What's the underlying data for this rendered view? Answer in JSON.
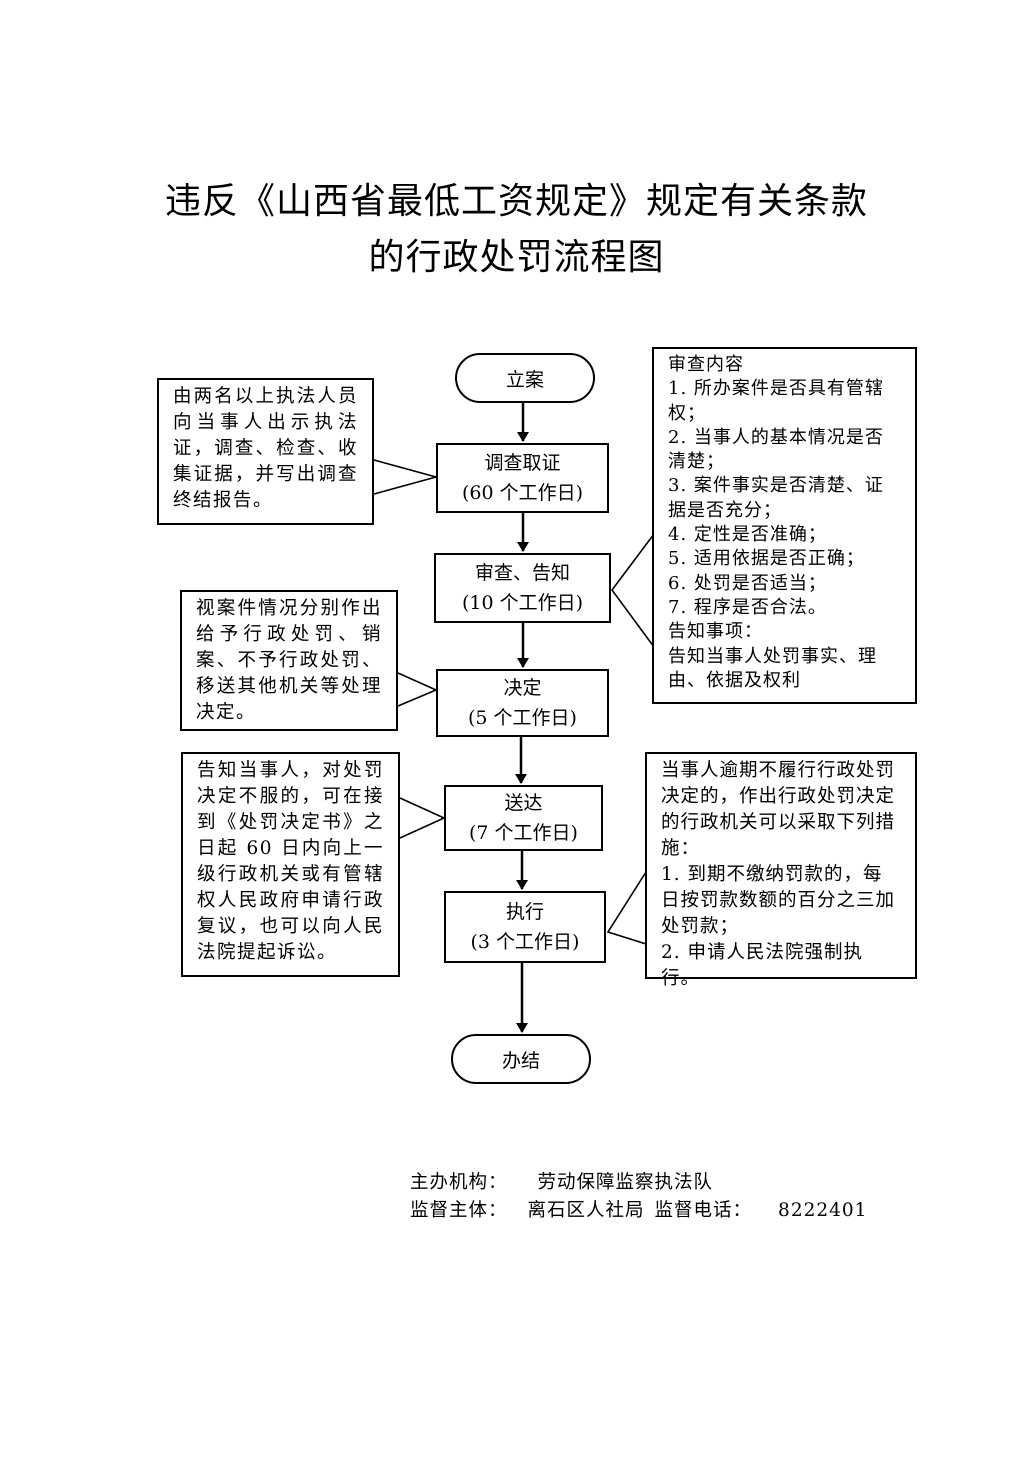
{
  "title": {
    "line1": "违反《山西省最低工资规定》规定有关条款",
    "line2": "的行政处罚流程图"
  },
  "flow": {
    "start": "立案",
    "steps": [
      {
        "name": "调查取证",
        "days": "(60 个工作日)"
      },
      {
        "name": "审查、告知",
        "days": "(10 个工作日)"
      },
      {
        "name": "决定",
        "days": "(5 个工作日)"
      },
      {
        "name": "送达",
        "days": "(7 个工作日)"
      },
      {
        "name": "执行",
        "days": "(3 个工作日)"
      }
    ],
    "end": "办结"
  },
  "notes": {
    "investigation": "由两名以上执法人员向当事人出示执法证，调查、检查、收集证据，并写出调查终结报告。",
    "decision": "视案件情况分别作出给予行政处罚、销案、不予行政处罚、移送其他机关等处理决定。",
    "delivery": "告知当事人，对处罚决定不服的，可在接到《处罚决定书》之日起 60 日内向上一级行政机关或有管辖权人民政府申请行政复议，也可以向人民法院提起诉讼。",
    "review": {
      "heading": "审查内容",
      "items": [
        "1. 所办案件是否具有管辖权；",
        "2. 当事人的基本情况是否清楚；",
        "3. 案件事实是否清楚、证据是否充分；",
        "4. 定性是否准确；",
        "5. 适用依据是否正确；",
        "6. 处罚是否适当；",
        "7. 程序是否合法。"
      ],
      "notice_heading": "告知事项：",
      "notice_text": "告知当事人处罚事实、理由、依据及权利"
    },
    "execution": {
      "intro": "当事人逾期不履行行政处罚决定的，作出行政处罚决定的行政机关可以采取下列措施：",
      "items": [
        "1. 到期不缴纳罚款的，每日按罚款数额的百分之三加处罚款；",
        "2. 申请人民法院强制执行。"
      ]
    }
  },
  "footer": {
    "org_label": "主办机构：",
    "org_value": "劳动保障监察执法队",
    "sup_label": "监督主体：",
    "sup_value": "离石区人社局",
    "phone_label": "监督电话：",
    "phone_value": "8222401"
  }
}
